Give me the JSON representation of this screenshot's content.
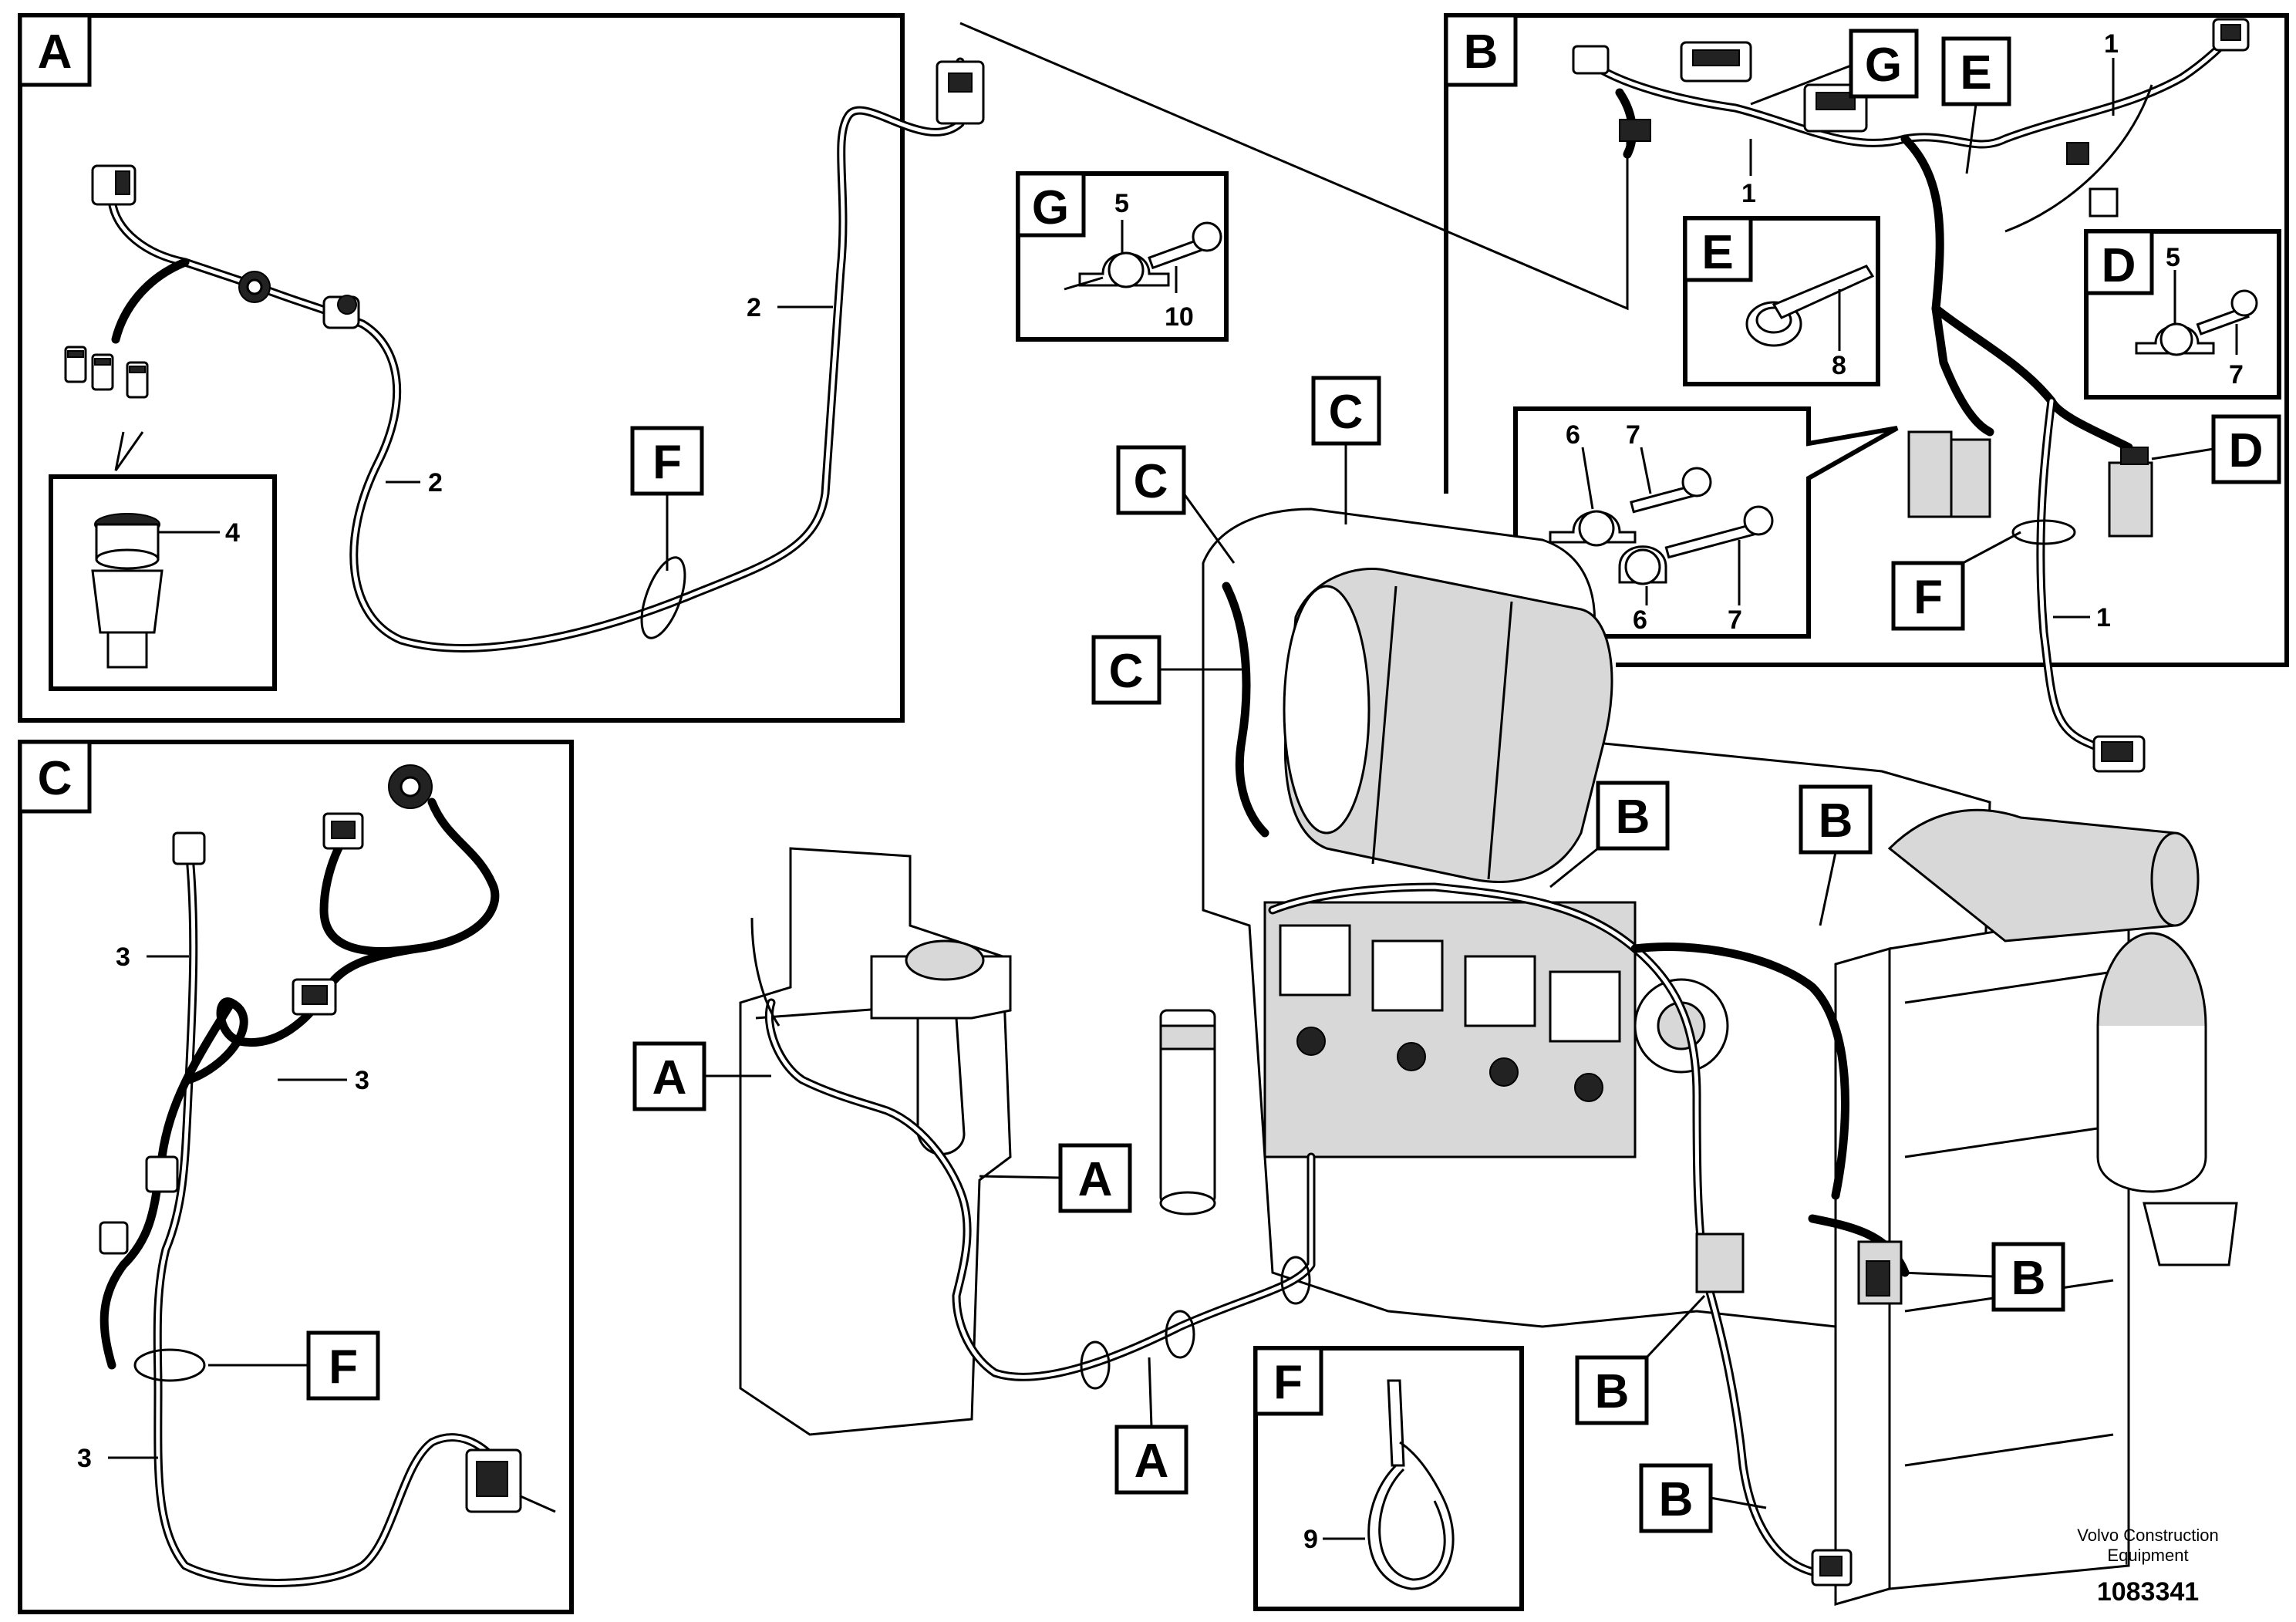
{
  "callouts": {
    "A": "A",
    "B": "B",
    "C": "C",
    "D": "D",
    "E": "E",
    "F": "F",
    "G": "G"
  },
  "part_numbers": {
    "p1": "1",
    "p2": "2",
    "p3": "3",
    "p4": "4",
    "p5": "5",
    "p6": "6",
    "p7": "7",
    "p8": "8",
    "p9": "9",
    "p10": "10"
  },
  "footer": {
    "brand_line1": "Volvo Construction",
    "brand_line2": "Equipment",
    "doc_number": "1083341"
  }
}
